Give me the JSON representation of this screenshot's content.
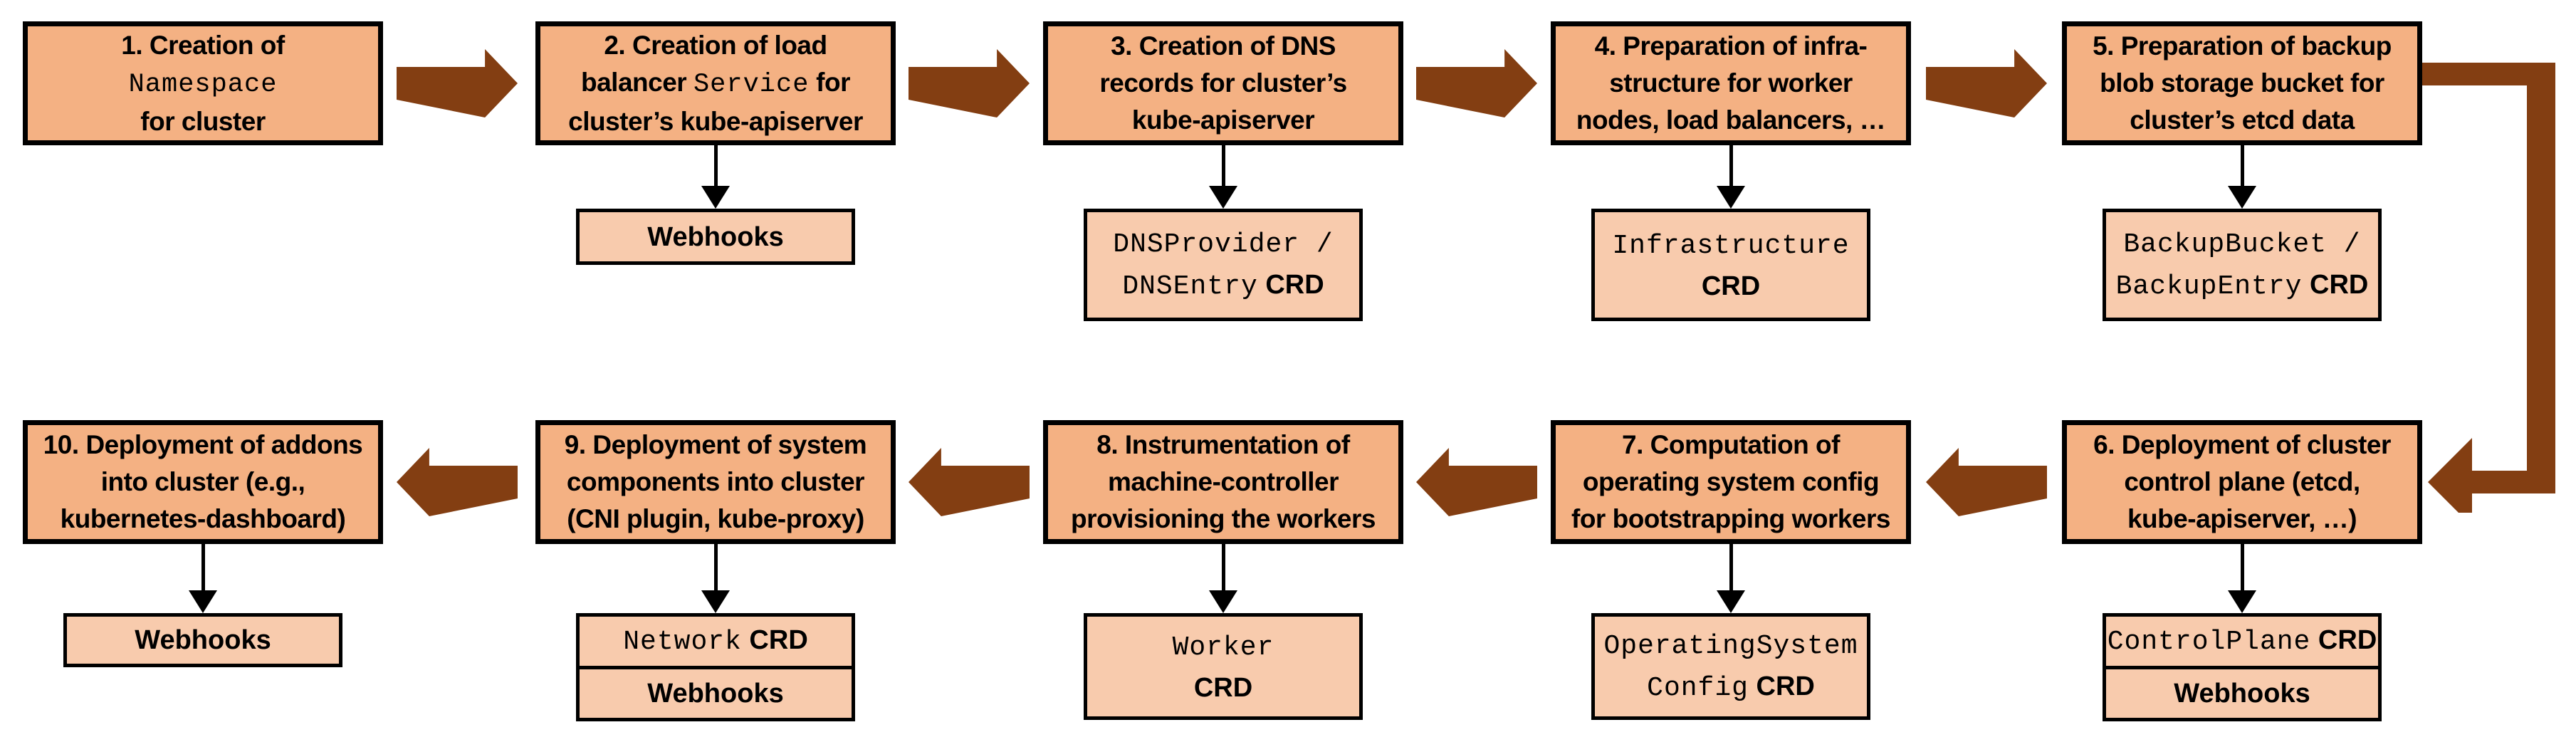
{
  "colors": {
    "step_fill": "#F4B183",
    "sub_fill": "#F8CBAD",
    "line": "#000000",
    "arrow": "#833E12"
  },
  "steps": [
    {
      "id": "1",
      "row": 0,
      "col": 0,
      "lines": [
        [
          {
            "t": "1. Creation of"
          }
        ],
        [
          {
            "t": "Namespace",
            "f": "mono"
          }
        ],
        [
          {
            "t": "for cluster"
          }
        ]
      ]
    },
    {
      "id": "2",
      "row": 0,
      "col": 1,
      "lines": [
        [
          {
            "t": "2. Creation of load"
          }
        ],
        [
          {
            "t": "balancer "
          },
          {
            "t": "Service",
            "f": "mono"
          },
          {
            "t": " for"
          }
        ],
        [
          {
            "t": "cluster’s kube-apiserver"
          }
        ]
      ],
      "sub": {
        "size": "single",
        "name": "webhooks",
        "cells": [
          [
            [
              {
                "t": "Webhooks"
              }
            ]
          ]
        ]
      }
    },
    {
      "id": "3",
      "row": 0,
      "col": 2,
      "lines": [
        [
          {
            "t": "3. Creation of DNS"
          }
        ],
        [
          {
            "t": "records for cluster’s"
          }
        ],
        [
          {
            "t": "kube-apiserver"
          }
        ]
      ],
      "sub": {
        "size": "double",
        "name": "dns-crd",
        "cells": [
          [
            [
              {
                "t": "DNSProvider /",
                "f": "mono"
              }
            ],
            [
              {
                "t": "DNSEntry",
                "f": "mono"
              },
              {
                "t": " CRD",
                "f": "bold"
              }
            ]
          ]
        ]
      }
    },
    {
      "id": "4",
      "row": 0,
      "col": 3,
      "lines": [
        [
          {
            "t": "4. Preparation of infra-"
          }
        ],
        [
          {
            "t": "structure for worker"
          }
        ],
        [
          {
            "t": "nodes, load balancers, …"
          }
        ]
      ],
      "sub": {
        "size": "double",
        "name": "infrastructure-crd",
        "cells": [
          [
            [
              {
                "t": "Infrastructure",
                "f": "mono"
              }
            ],
            [
              {
                "t": "CRD",
                "f": "bold"
              }
            ]
          ]
        ]
      }
    },
    {
      "id": "5",
      "row": 0,
      "col": 4,
      "lines": [
        [
          {
            "t": "5. Preparation of backup"
          }
        ],
        [
          {
            "t": "blob storage bucket for"
          }
        ],
        [
          {
            "t": "cluster’s etcd data"
          }
        ]
      ],
      "sub": {
        "size": "double",
        "name": "backup-crd",
        "cells": [
          [
            [
              {
                "t": "BackupBucket /",
                "f": "mono"
              }
            ],
            [
              {
                "t": "BackupEntry",
                "f": "mono"
              },
              {
                "t": " CRD",
                "f": "bold"
              }
            ]
          ]
        ]
      }
    },
    {
      "id": "6",
      "row": 1,
      "col": 4,
      "lines": [
        [
          {
            "t": "6. Deployment of cluster"
          }
        ],
        [
          {
            "t": "control plane (etcd,"
          }
        ],
        [
          {
            "t": "kube-apiserver, …)"
          }
        ]
      ],
      "sub": {
        "size": "stack",
        "name": "controlplane-crd-webhooks",
        "cells": [
          [
            [
              {
                "t": "ControlPlane",
                "f": "mono"
              },
              {
                "t": " CRD",
                "f": "bold"
              }
            ]
          ],
          [
            [
              {
                "t": "Webhooks"
              }
            ]
          ]
        ]
      }
    },
    {
      "id": "7",
      "row": 1,
      "col": 3,
      "lines": [
        [
          {
            "t": "7. Computation of"
          }
        ],
        [
          {
            "t": "operating system config"
          }
        ],
        [
          {
            "t": "for bootstrapping workers"
          }
        ]
      ],
      "sub": {
        "size": "double",
        "name": "operatingsystemconfig-crd",
        "cells": [
          [
            [
              {
                "t": "OperatingSystem",
                "f": "mono"
              }
            ],
            [
              {
                "t": "Config",
                "f": "mono"
              },
              {
                "t": " CRD",
                "f": "bold"
              }
            ]
          ]
        ]
      }
    },
    {
      "id": "8",
      "row": 1,
      "col": 2,
      "lines": [
        [
          {
            "t": "8. Instrumentation of"
          }
        ],
        [
          {
            "t": "machine-controller"
          }
        ],
        [
          {
            "t": "provisioning the workers"
          }
        ]
      ],
      "sub": {
        "size": "double",
        "name": "worker-crd",
        "cells": [
          [
            [
              {
                "t": "Worker",
                "f": "mono"
              }
            ],
            [
              {
                "t": "CRD",
                "f": "bold"
              }
            ]
          ]
        ]
      }
    },
    {
      "id": "9",
      "row": 1,
      "col": 1,
      "lines": [
        [
          {
            "t": "9. Deployment of system"
          }
        ],
        [
          {
            "t": "components into cluster"
          }
        ],
        [
          {
            "t": "(CNI plugin, kube-proxy)"
          }
        ]
      ],
      "sub": {
        "size": "stack",
        "name": "network-crd-webhooks",
        "cells": [
          [
            [
              {
                "t": "Network",
                "f": "mono"
              },
              {
                "t": " CRD",
                "f": "bold"
              }
            ]
          ],
          [
            [
              {
                "t": "Webhooks"
              }
            ]
          ]
        ]
      }
    },
    {
      "id": "10",
      "row": 1,
      "col": 0,
      "lines": [
        [
          {
            "t": "10. Deployment of addons"
          }
        ],
        [
          {
            "t": "into cluster (e.g.,"
          }
        ],
        [
          {
            "t": "kubernetes-dashboard)"
          }
        ]
      ],
      "sub": {
        "size": "single",
        "name": "webhooks",
        "cells": [
          [
            [
              {
                "t": "Webhooks"
              }
            ]
          ]
        ]
      }
    }
  ],
  "flow": {
    "row1_direction": "right",
    "row2_direction": "left",
    "wrap_connector": "elbow from step 5 down to step 6"
  }
}
